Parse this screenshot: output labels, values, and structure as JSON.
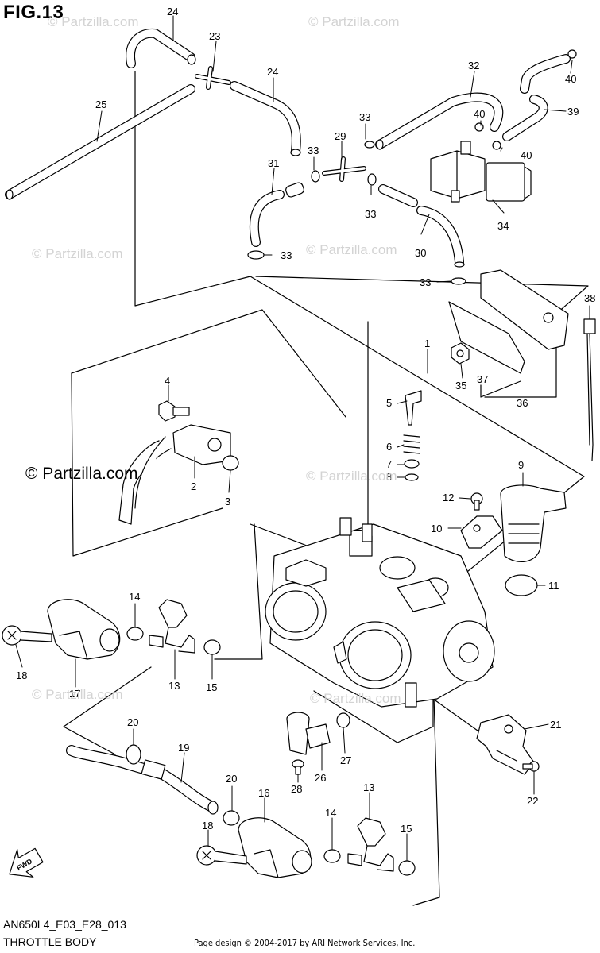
{
  "figure_title": "FIG.13",
  "model_code": "AN650L4_E03_E28_013",
  "diagram_title": "THROTTLE BODY",
  "copyright": "Page design © 2004-2017 by ARI Network Services, Inc.",
  "watermark": "© Partzilla.com",
  "watermark_faint": "© Partzilla.com",
  "fwd_label": "FWD",
  "callouts": {
    "c1": "1",
    "c2": "2",
    "c3": "3",
    "c4": "4",
    "c5": "5",
    "c6": "6",
    "c7": "7",
    "c8": "8",
    "c9": "9",
    "c10": "10",
    "c11": "11",
    "c12": "12",
    "c13a": "13",
    "c13b": "13",
    "c14a": "14",
    "c14b": "14",
    "c15a": "15",
    "c15b": "15",
    "c16": "16",
    "c17": "17",
    "c18a": "18",
    "c18b": "18",
    "c19": "19",
    "c20a": "20",
    "c20b": "20",
    "c21": "21",
    "c22": "22",
    "c23": "23",
    "c24a": "24",
    "c24b": "24",
    "c25": "25",
    "c26": "26",
    "c27": "27",
    "c28": "28",
    "c29": "29",
    "c30": "30",
    "c31": "31",
    "c32": "32",
    "c33a": "33",
    "c33b": "33",
    "c33c": "33",
    "c33d": "33",
    "c33e": "33",
    "c34": "34",
    "c35": "35",
    "c36": "36",
    "c37": "37",
    "c38": "38",
    "c39": "39",
    "c40a": "40",
    "c40b": "40",
    "c40c": "40"
  }
}
